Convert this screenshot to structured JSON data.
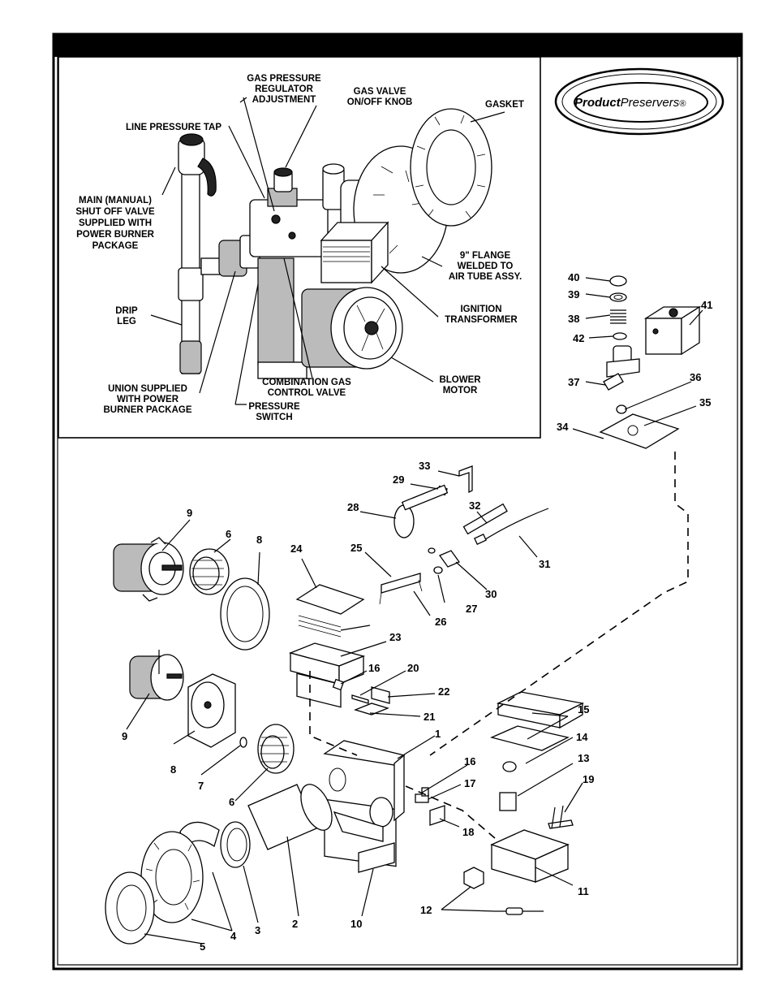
{
  "header": {
    "band_color": "#000000"
  },
  "logo": {
    "text_bold": "Product",
    "text_regular": "Preservers",
    "mark": "®"
  },
  "callouts": {
    "gas_pressure_regulator": [
      "GAS PRESSURE",
      "REGULATOR",
      "ADJUSTMENT"
    ],
    "gas_valve_knob": [
      "GAS VALVE",
      "ON/OFF KNOB"
    ],
    "gasket": [
      "GASKET"
    ],
    "line_pressure_tap": [
      "LINE PRESSURE TAP"
    ],
    "main_shutoff_valve": [
      "MAIN (MANUAL)",
      "SHUT OFF VALVE",
      "SUPPLIED WITH",
      "POWER BURNER",
      "PACKAGE"
    ],
    "flange": [
      "9\" FLANGE",
      "WELDED TO",
      "AIR TUBE ASSY."
    ],
    "drip_leg": [
      "DRIP",
      "LEG"
    ],
    "ignition_transformer": [
      "IGNITION",
      "TRANSFORMER"
    ],
    "union": [
      "UNION SUPPLIED",
      "WITH POWER",
      "BURNER PACKAGE"
    ],
    "combination_gas_valve": [
      "COMBINATION GAS",
      "CONTROL VALVE"
    ],
    "blower_motor": [
      "BLOWER",
      "MOTOR"
    ],
    "pressure_switch": [
      "PRESSURE",
      "SWITCH"
    ]
  },
  "part_numbers": {
    "p1": "1",
    "p2": "2",
    "p3": "3",
    "p4": "4",
    "p5": "5",
    "p6a": "6",
    "p6b": "6",
    "p7": "7",
    "p8a": "8",
    "p8b": "8",
    "p9a": "9",
    "p9b": "9",
    "p10": "10",
    "p11": "11",
    "p12": "12",
    "p13": "13",
    "p14": "14",
    "p15": "15",
    "p16a": "16",
    "p16b": "16",
    "p17": "17",
    "p18": "18",
    "p19": "19",
    "p20": "20",
    "p21": "21",
    "p22": "22",
    "p23": "23",
    "p24": "24",
    "p25": "25",
    "p26": "26",
    "p27": "27",
    "p28": "28",
    "p29": "29",
    "p30": "30",
    "p31": "31",
    "p32": "32",
    "p33": "33",
    "p34": "34",
    "p35": "35",
    "p36": "36",
    "p37": "37",
    "p38": "38",
    "p39": "39",
    "p40": "40",
    "p41": "41",
    "p42": "42"
  }
}
